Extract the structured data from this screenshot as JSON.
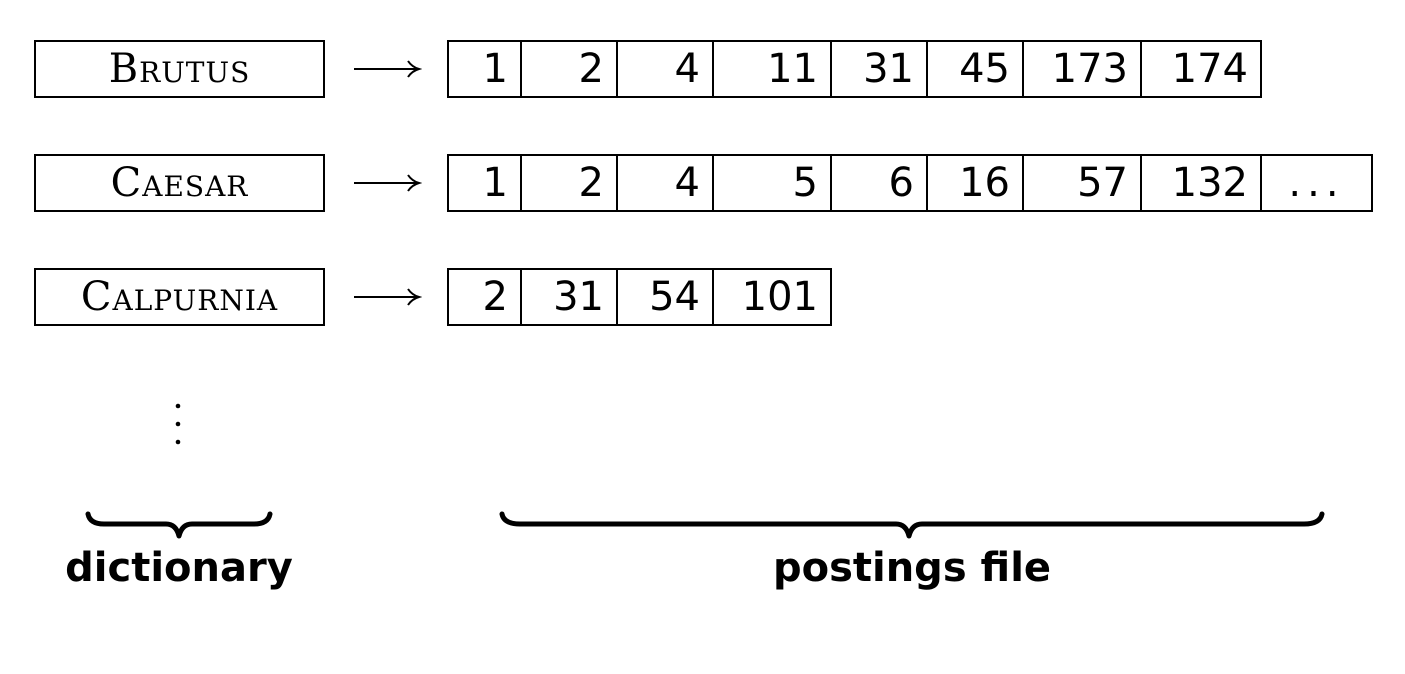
{
  "rows": [
    {
      "term": "Brutus",
      "postings": [
        "1",
        "2",
        "4",
        "11",
        "31",
        "45",
        "173",
        "174"
      ]
    },
    {
      "term": "Caesar",
      "postings": [
        "1",
        "2",
        "4",
        "5",
        "6",
        "16",
        "57",
        "132",
        "..."
      ]
    },
    {
      "term": "Calpurnia",
      "postings": [
        "2",
        "31",
        "54",
        "101"
      ]
    }
  ],
  "labels": {
    "dictionary": "dictionary",
    "postings_file": "postings file"
  }
}
